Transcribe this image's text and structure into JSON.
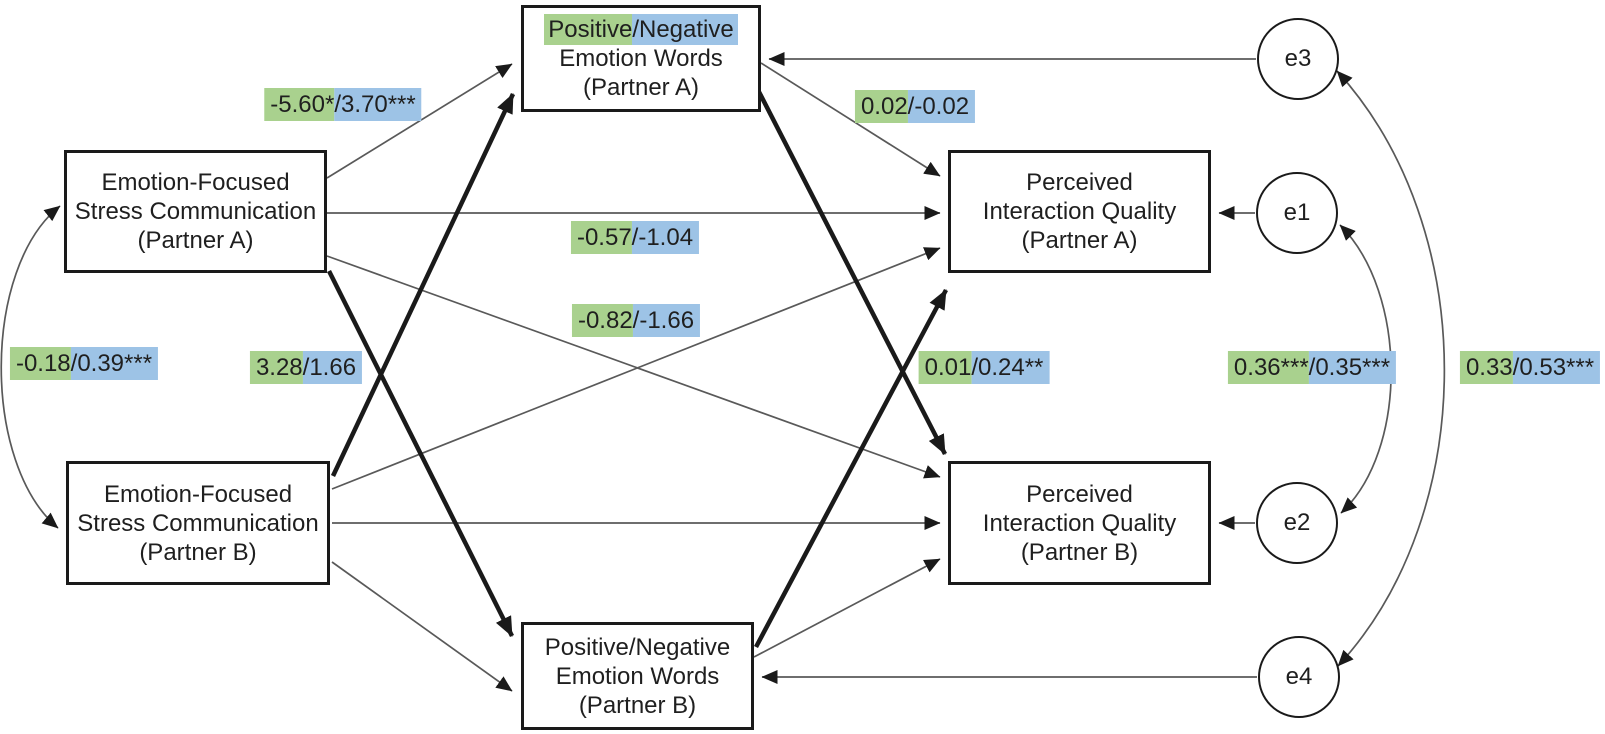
{
  "diagram": {
    "boxes": {
      "efsc_a": {
        "lines": [
          "Emotion-Focused",
          "Stress Communication",
          "(Partner A)"
        ]
      },
      "efsc_b": {
        "lines": [
          "Emotion-Focused",
          "Stress Communication",
          "(Partner B)"
        ]
      },
      "pnew_a": {
        "line1_green": "Positive",
        "line1_blue": "/Negative",
        "line2": "Emotion Words",
        "line3": "(Partner A)"
      },
      "pnew_b": {
        "lines": [
          "Positive/Negative",
          "Emotion Words",
          "(Partner B)"
        ]
      },
      "piq_a": {
        "lines": [
          "Perceived",
          "Interaction Quality",
          "(Partner A)"
        ]
      },
      "piq_b": {
        "lines": [
          "Perceived",
          "Interaction Quality",
          "(Partner B)"
        ]
      }
    },
    "residuals": {
      "e1": "e1",
      "e2": "e2",
      "e3": "e3",
      "e4": "e4"
    },
    "path_labels": {
      "efscA_to_pnewA": {
        "green": "-5.60*",
        "blue": "/3.70***"
      },
      "pnewA_to_piqA": {
        "green": "0.02",
        "blue": "/-0.02"
      },
      "efsc_to_piq_actor": {
        "green": "-0.57",
        "blue": "/-1.04"
      },
      "efsc_to_piq_partner": {
        "green": "-0.82",
        "blue": "/-1.66"
      },
      "efsc_covariance": {
        "green": "-0.18",
        "blue": "/0.39***"
      },
      "efsc_to_partner_words": {
        "green": "3.28",
        "blue": "/1.66"
      },
      "words_to_partner_piq": {
        "green": "0.01",
        "blue": "/0.24**"
      },
      "e1_e2_covariance": {
        "green": "0.36***",
        "blue": "/0.35***"
      },
      "e3_e4_covariance": {
        "green": "0.33",
        "blue": "/0.53***"
      }
    },
    "colors": {
      "highlight-green": "#a9d18e",
      "highlight-blue": "#9dc3e6",
      "line": "#595959",
      "line-bold": "#1a1a1a",
      "text": "#1f1f1f"
    }
  }
}
